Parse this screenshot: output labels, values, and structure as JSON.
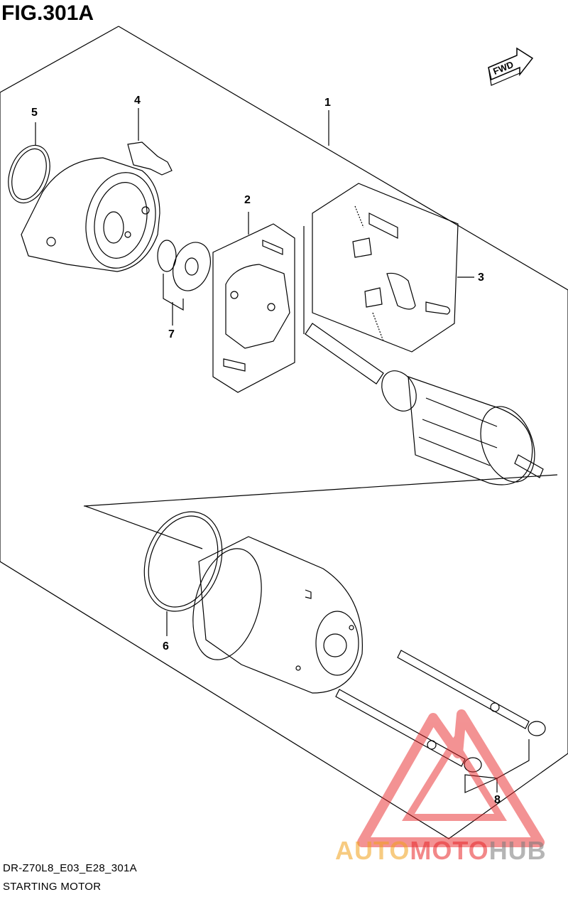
{
  "figure": {
    "title": "FIG.301A",
    "direction_label": "FWD"
  },
  "callouts": [
    {
      "id": "5",
      "label": "5"
    },
    {
      "id": "4",
      "label": "4"
    },
    {
      "id": "1",
      "label": "1"
    },
    {
      "id": "2",
      "label": "2"
    },
    {
      "id": "3",
      "label": "3"
    },
    {
      "id": "7",
      "label": "7"
    },
    {
      "id": "6",
      "label": "6"
    },
    {
      "id": "8",
      "label": "8"
    }
  ],
  "footer": {
    "code": "DR-Z70L8_E03_E28_301A",
    "name": "STARTING MOTOR"
  },
  "watermark": {
    "part1": "AUTO",
    "part2": "MOTO",
    "part3": "HUB",
    "colors": {
      "orange": "#f2a21c",
      "red": "#e8282a",
      "gray": "#7a7a7a"
    }
  }
}
